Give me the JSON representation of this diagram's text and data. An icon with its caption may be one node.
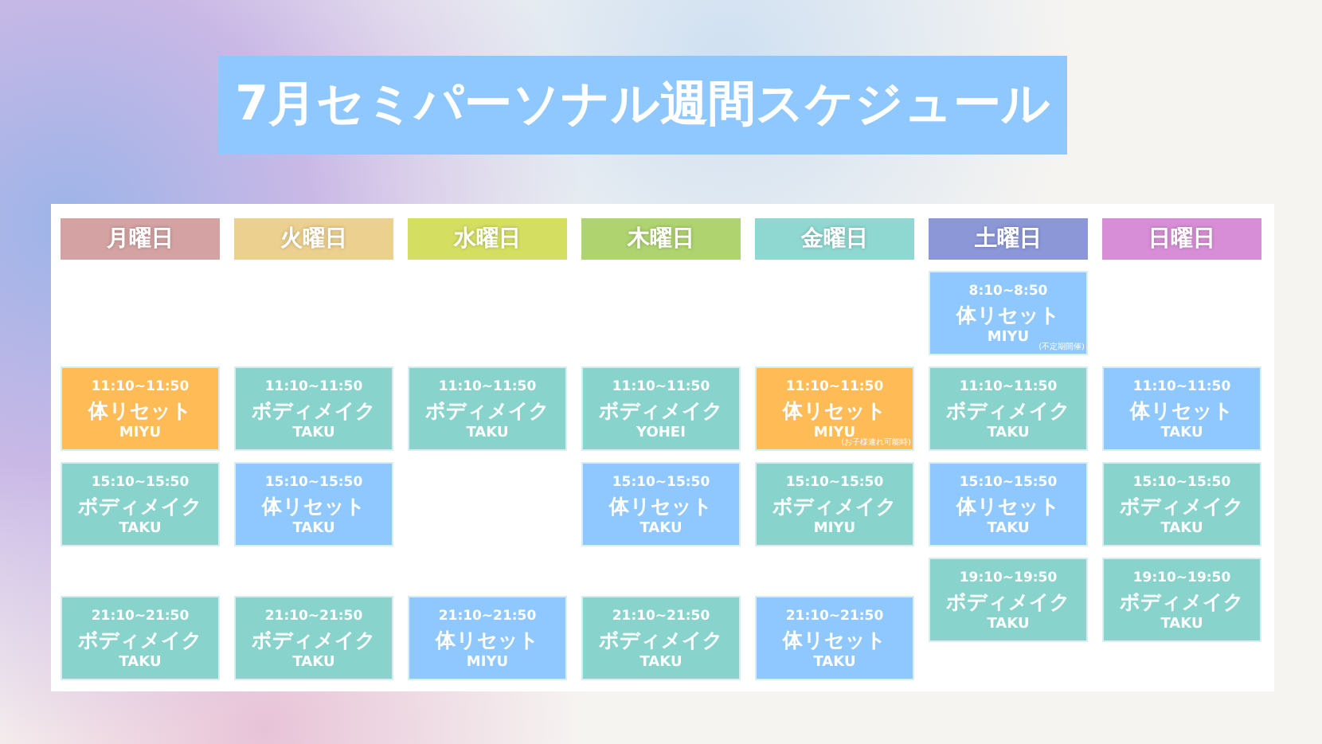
{
  "diagram": {
    "title": "7月セミパーソナル週間スケジュール",
    "nodes": [
      {
        "text": [
          "月曜日"
        ]
      },
      {
        "text": [
          "火曜日"
        ]
      },
      {
        "text": [
          "水曜日"
        ]
      },
      {
        "text": [
          "木曜日"
        ]
      },
      {
        "text": [
          "金曜日"
        ]
      },
      {
        "text": [
          "土曜日"
        ]
      },
      {
        "text": [
          "日曜日"
        ]
      },
      {
        "text": [
          "8:10~8:50",
          "体リセット",
          "MIYU",
          "(不定期開催)"
        ]
      },
      {
        "text": [
          "11:10~11:50",
          "体リセット",
          "MIYU"
        ]
      },
      {
        "text": [
          "11:10~11:50",
          "ボディメイク",
          "TAKU"
        ]
      },
      {
        "text": [
          "11:10~11:50",
          "ボディメイク",
          "TAKU"
        ]
      },
      {
        "text": [
          "11:10~11:50",
          "ボディメイク",
          "YOHEI"
        ]
      },
      {
        "text": [
          "11:10~11:50",
          "体リセット",
          "MIYU",
          "(お子様連れ可能時)"
        ]
      },
      {
        "text": [
          "11:10~11:50",
          "ボディメイク",
          "TAKU"
        ]
      },
      {
        "text": [
          "11:10~11:50",
          "体リセット",
          "TAKU"
        ]
      },
      {
        "text": [
          "15:10~15:50",
          "ボディメイク",
          "TAKU"
        ]
      },
      {
        "text": [
          "15:10~15:50",
          "体リセット",
          "TAKU"
        ]
      },
      {
        "text": [
          "15:10~15:50",
          "体リセット",
          "TAKU"
        ]
      },
      {
        "text": [
          "15:10~15:50",
          "ボディメイク",
          "MIYU"
        ]
      },
      {
        "text": [
          "15:10~15:50",
          "体リセット",
          "TAKU"
        ]
      },
      {
        "text": [
          "15:10~15:50",
          "ボディメイク",
          "TAKU"
        ]
      },
      {
        "text": [
          "19:10~19:50",
          "ボディメイク",
          "TAKU"
        ]
      },
      {
        "text": [
          "19:10~19:50",
          "ボディメイク",
          "TAKU"
        ]
      },
      {
        "text": [
          "21:10~21:50",
          "ボディメイク",
          "TAKU"
        ]
      },
      {
        "text": [
          "21:10~21:50",
          "ボディメイク",
          "TAKU"
        ]
      },
      {
        "text": [
          "21:10~21:50",
          "体リセット",
          "MIYU"
        ]
      },
      {
        "text": [
          "21:10~21:50",
          "ボディメイク",
          "TAKU"
        ]
      },
      {
        "text": [
          "21:10~21:50",
          "体リセット",
          "TAKU"
        ]
      }
    ]
  }
}
